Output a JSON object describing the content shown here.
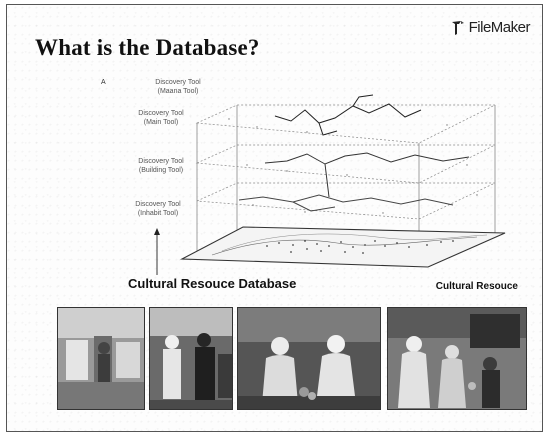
{
  "slide": {
    "title": "What is the Database?",
    "brand": "FileMaker",
    "layers": [
      {
        "line1": "Discovery Tool",
        "line2": "(Maana Tool)"
      },
      {
        "line1": "Discovery Tool",
        "line2": "(Main Tool)"
      },
      {
        "line1": "Discovery Tool",
        "line2": "(Building Tool)"
      },
      {
        "line1": "Discovery Tool",
        "line2": "(Inhabit Tool)"
      }
    ],
    "caption_main": "Cultural Resouce Database",
    "caption_side": "Cultural Resouce"
  },
  "photos": [
    {
      "icon": "photo-interior-icon",
      "tone": "#8a8a8a"
    },
    {
      "icon": "photo-people-standing-icon",
      "tone": "#5a5a5a"
    },
    {
      "icon": "photo-people-seated-icon",
      "tone": "#4a4a4a"
    },
    {
      "icon": "photo-people-group-icon",
      "tone": "#6e6e6e"
    }
  ]
}
